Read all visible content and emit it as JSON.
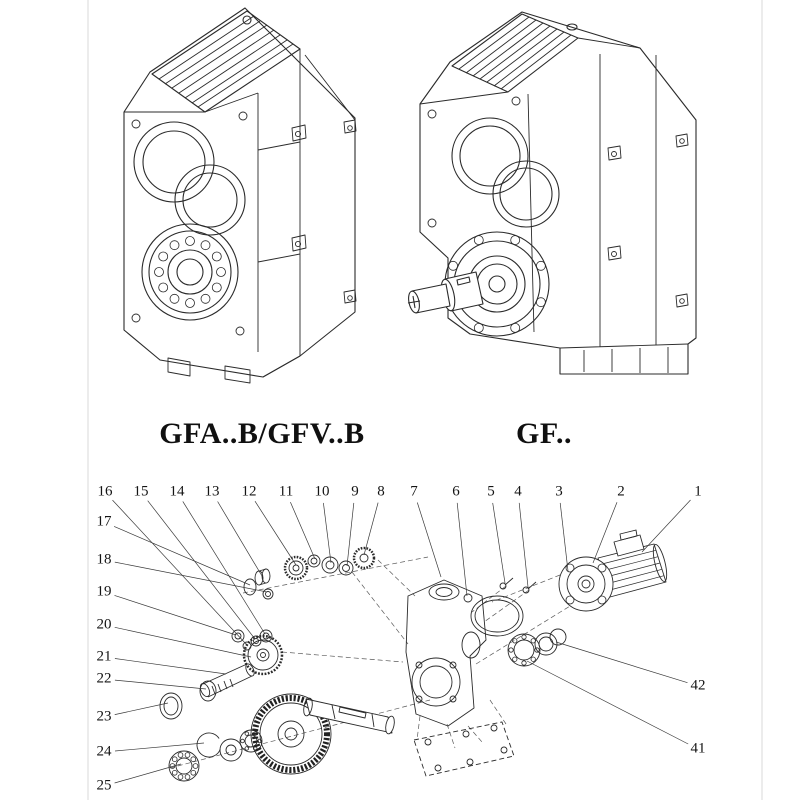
{
  "figures": {
    "left_label": "GFA..B/GFV..B",
    "right_label": "GF.."
  },
  "exploded": {
    "top_callouts": [
      "16",
      "15",
      "14",
      "13",
      "12",
      "11",
      "10",
      "9",
      "8",
      "7",
      "6",
      "5",
      "4",
      "3",
      "2",
      "1"
    ],
    "left_callouts": [
      "17",
      "18",
      "19",
      "20",
      "21",
      "22",
      "23",
      "24",
      "25"
    ],
    "right_callouts": [
      "42",
      "41"
    ]
  },
  "colors": {
    "ink": "#2b2b2b",
    "leader": "#3a3a3a",
    "paper": "#ffffff",
    "page_edge": "#d8d8d8"
  }
}
